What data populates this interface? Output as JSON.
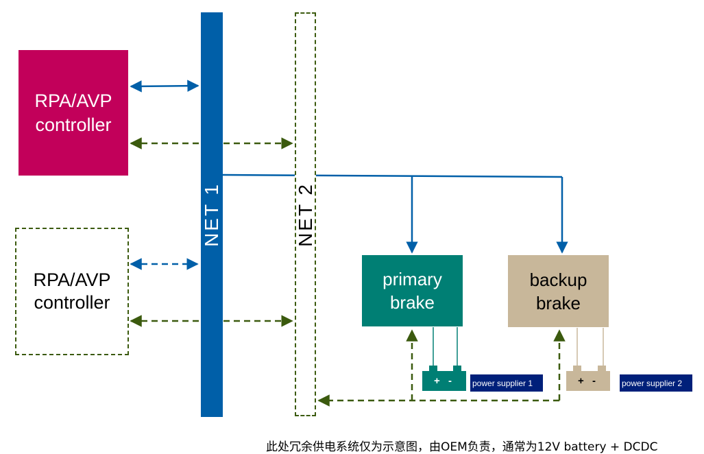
{
  "controllers": [
    {
      "line1": "RPA/AVP",
      "line2": "controller"
    },
    {
      "line1": "RPA/AVP",
      "line2": "controller"
    }
  ],
  "net1": {
    "label": "NET 1"
  },
  "net2": {
    "label": "NET 2"
  },
  "primary_brake": {
    "line1": "primary",
    "line2": "brake"
  },
  "backup_brake": {
    "line1": "backup",
    "line2": "brake"
  },
  "battery1": {
    "terminals": "+ -"
  },
  "battery2": {
    "terminals": "+ -"
  },
  "power_supplier_1": "power supplier 1",
  "power_supplier_2": "power supplier 2",
  "footnote": "此处冗余供电系统仅为示意图，由OEM负责，通常为12V battery + DCDC",
  "colors": {
    "net1_blue": "#005fa8",
    "controller_magenta": "#c2005a",
    "primary_brake_teal": "#007f74",
    "backup_brake_tan": "#c8b79a",
    "dashed_green": "#3b5a0e",
    "label_navy": "#00207a"
  }
}
